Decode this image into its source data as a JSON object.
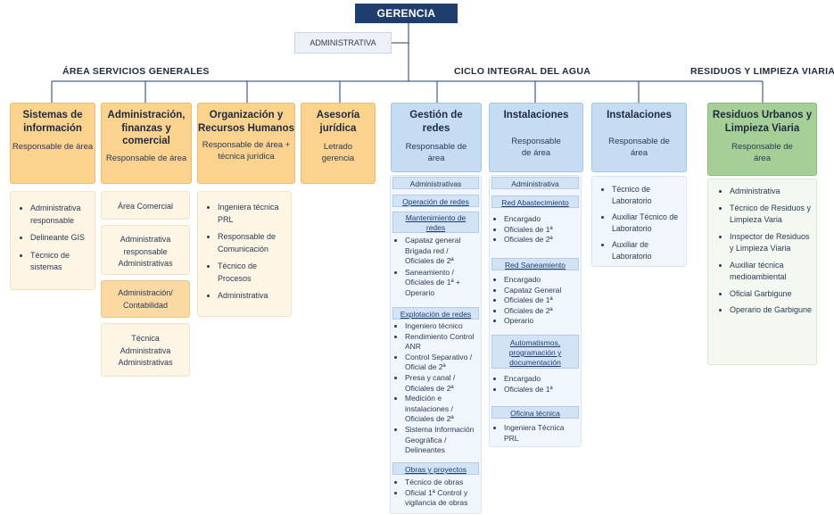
{
  "gerencia": "GERENCIA",
  "administrativa_top": "ADMINISTRATIVA",
  "sections": {
    "servicios": "ÁREA SERVICIOS GENERALES",
    "agua": "CICLO INTEGRAL DEL AGUA",
    "residuos": "RESIDUOS Y LIMPIEZA VIARIA"
  },
  "depts": {
    "sistemas": {
      "title": "Sistemas de información",
      "subtitle": "Responsable de área",
      "items": [
        "Administrativa responsable",
        "Delineante GIS",
        "Técnico de sistemas"
      ]
    },
    "admin": {
      "title": "Administración, finanzas y comercial",
      "subtitle": "Responsable de área",
      "area_comercial": "Área Comercial",
      "admin_resp": "Administrativa responsable Administrativas",
      "admin_cont": "Administración/ Contabilidad",
      "tecnica": "Técnica Administrativa Administrativas"
    },
    "organizacion": {
      "title": "Organización y Recursos Humanos",
      "subtitle": "Responsable de área + técnica jurídica",
      "items": [
        "Ingeniera técnica PRL",
        "Responsable de Comunicación",
        "Técnico de Procesos",
        "Administrativa"
      ]
    },
    "asesoria": {
      "title": "Asesoría jurídica",
      "subtitle": "Letrado gerencia"
    },
    "gestion": {
      "title": "Gestión de redes",
      "subtitle": "Responsable de área",
      "administrativas": "Administrativas",
      "operacion": "Operación de redes",
      "mantenimiento": "Mantenimiento de redes",
      "mantenimiento_items": [
        "Capataz general Brigada red / Oficiales de 2ª",
        "Saneamiento / Oficiales de 1ª + Operario"
      ],
      "explotacion": "Explotación de redes",
      "explotacion_items": [
        "Ingeniero técnico",
        "Rendimiento Control ANR",
        "Control Separativo / Oficial de 2ª",
        "Presa y canal / Oficiales de 2ª",
        "Medición e instalaciones / Oficiales de 2ª",
        "Sistema Información Geográfica / Delineantes"
      ],
      "obras": "Obras y proyectos",
      "obras_items": [
        "Técnico de obras",
        "Oficial 1ª Control y vigilancia de obras"
      ]
    },
    "instalaciones1": {
      "title": "Instalaciones",
      "subtitle": "Responsable de área",
      "administrativa": "Administrativa",
      "abastecimiento": "Red Abastecimiento",
      "abastecimiento_items": [
        "Encargado",
        "Oficiales de 1ª",
        "Oficiales de 2ª"
      ],
      "saneamiento": "Red Saneamiento",
      "saneamiento_items": [
        "Encargado",
        "Capataz General",
        "Oficiales de 1ª",
        "Oficiales de 2ª",
        "Operario"
      ],
      "automatismos": "Automatismos, programación y documentación",
      "automatismos_items": [
        "Encargado",
        "Oficiales de 1ª"
      ],
      "oficina": "Oficina técnica",
      "oficina_items": [
        "Ingeniera Técnica PRL"
      ]
    },
    "instalaciones2": {
      "title": "Instalaciones",
      "subtitle": "Responsable de área",
      "items": [
        "Técnico de Laboratorio",
        "Auxiliar Técnico de Laboratorio",
        "Auxiliar de Laboratorio"
      ]
    },
    "residuos": {
      "title": "Residuos Urbanos y Limpieza Viaria",
      "subtitle": "Responsable de área",
      "items": [
        "Administrativa",
        "Técnico de Residuos y Limpieza Varia",
        "Inspector de Residuos y Limpieza Viaria",
        "Auxiliar técnica medioambiental",
        "Oficial Garbigune",
        "Operario de Garbigune"
      ]
    }
  },
  "colors": {
    "gerencia": "#1f3e6e",
    "orange": "#fbd28e",
    "blue": "#c5dcf3",
    "green": "#a6cf98",
    "lines": "#1f3e6e"
  }
}
